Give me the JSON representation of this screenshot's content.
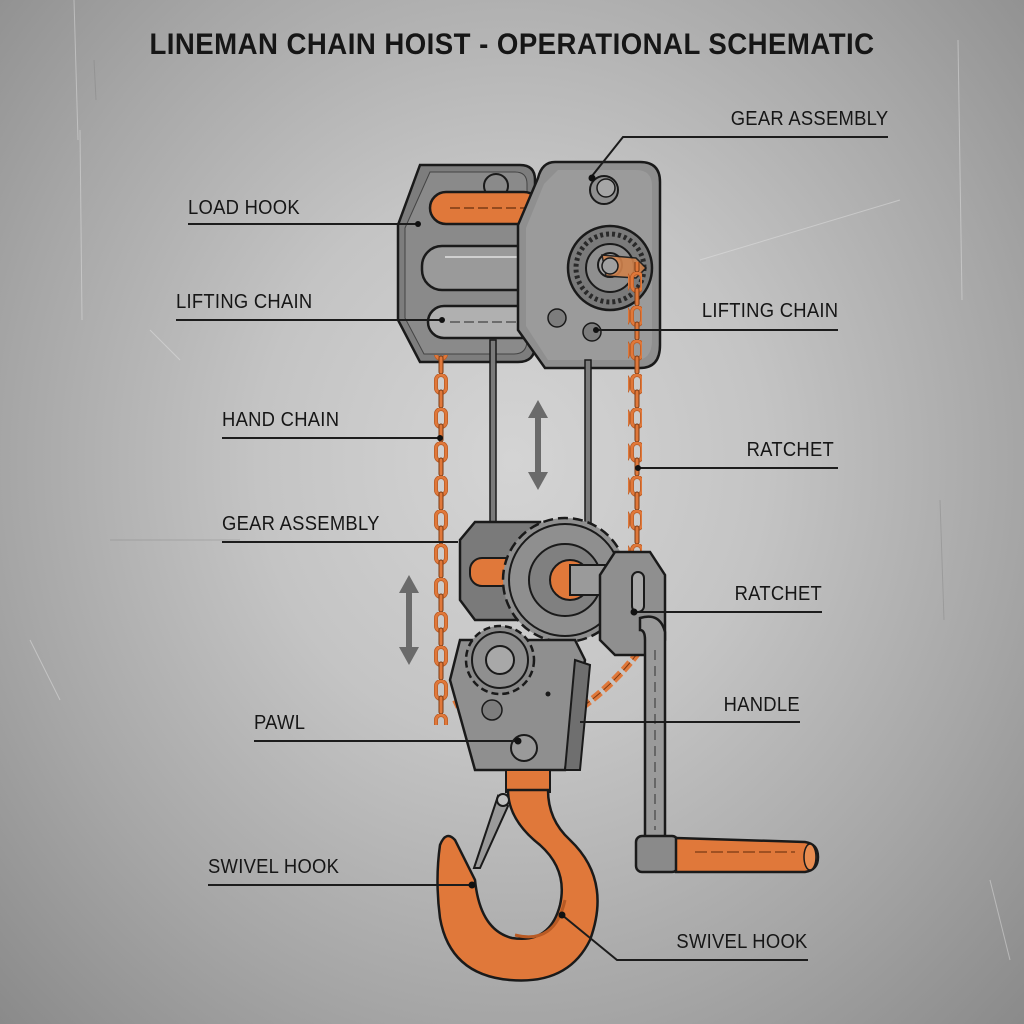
{
  "title": "LINEMAN CHAIN HOIST - OPERATIONAL SCHEMATIC",
  "colors": {
    "background": "#c4c4c4",
    "steel": "#8c8c8c",
    "steel_dark": "#6f6f6f",
    "steel_light": "#a9a9a9",
    "orange": "#e0783a",
    "orange_dark": "#b85a24",
    "ink": "#161616",
    "arrow": "#6a6a6a"
  },
  "callouts": {
    "left": [
      {
        "label": "LOAD HOOK",
        "target": "upper-roller-orange"
      },
      {
        "label": "LIFTING CHAIN",
        "target": "lower-roller"
      },
      {
        "label": "HAND CHAIN",
        "target": "left-chain"
      },
      {
        "label": "GEAR ASSEMBLY",
        "target": "lower-housing"
      },
      {
        "label": "PAWL",
        "target": "lower-housing-bolt"
      },
      {
        "label": "SWIVEL HOOK",
        "target": "hook-tip"
      }
    ],
    "right": [
      {
        "label": "GEAR ASSEMBLY",
        "target": "upper-plate-bolt"
      },
      {
        "label": "LIFTING CHAIN",
        "target": "upper-plate-lower-bolt"
      },
      {
        "label": "RATCHET",
        "target": "right-chain"
      },
      {
        "label": "RATCHET",
        "target": "ratchet-block"
      },
      {
        "label": "HANDLE",
        "target": "lower-chain"
      },
      {
        "label": "SWIVEL HOOK",
        "target": "hook-belly"
      }
    ]
  },
  "motion_arrows": [
    {
      "name": "upper-travel-arrow",
      "direction": "vertical-bidirectional"
    },
    {
      "name": "lower-travel-arrow",
      "direction": "vertical-bidirectional"
    }
  ]
}
